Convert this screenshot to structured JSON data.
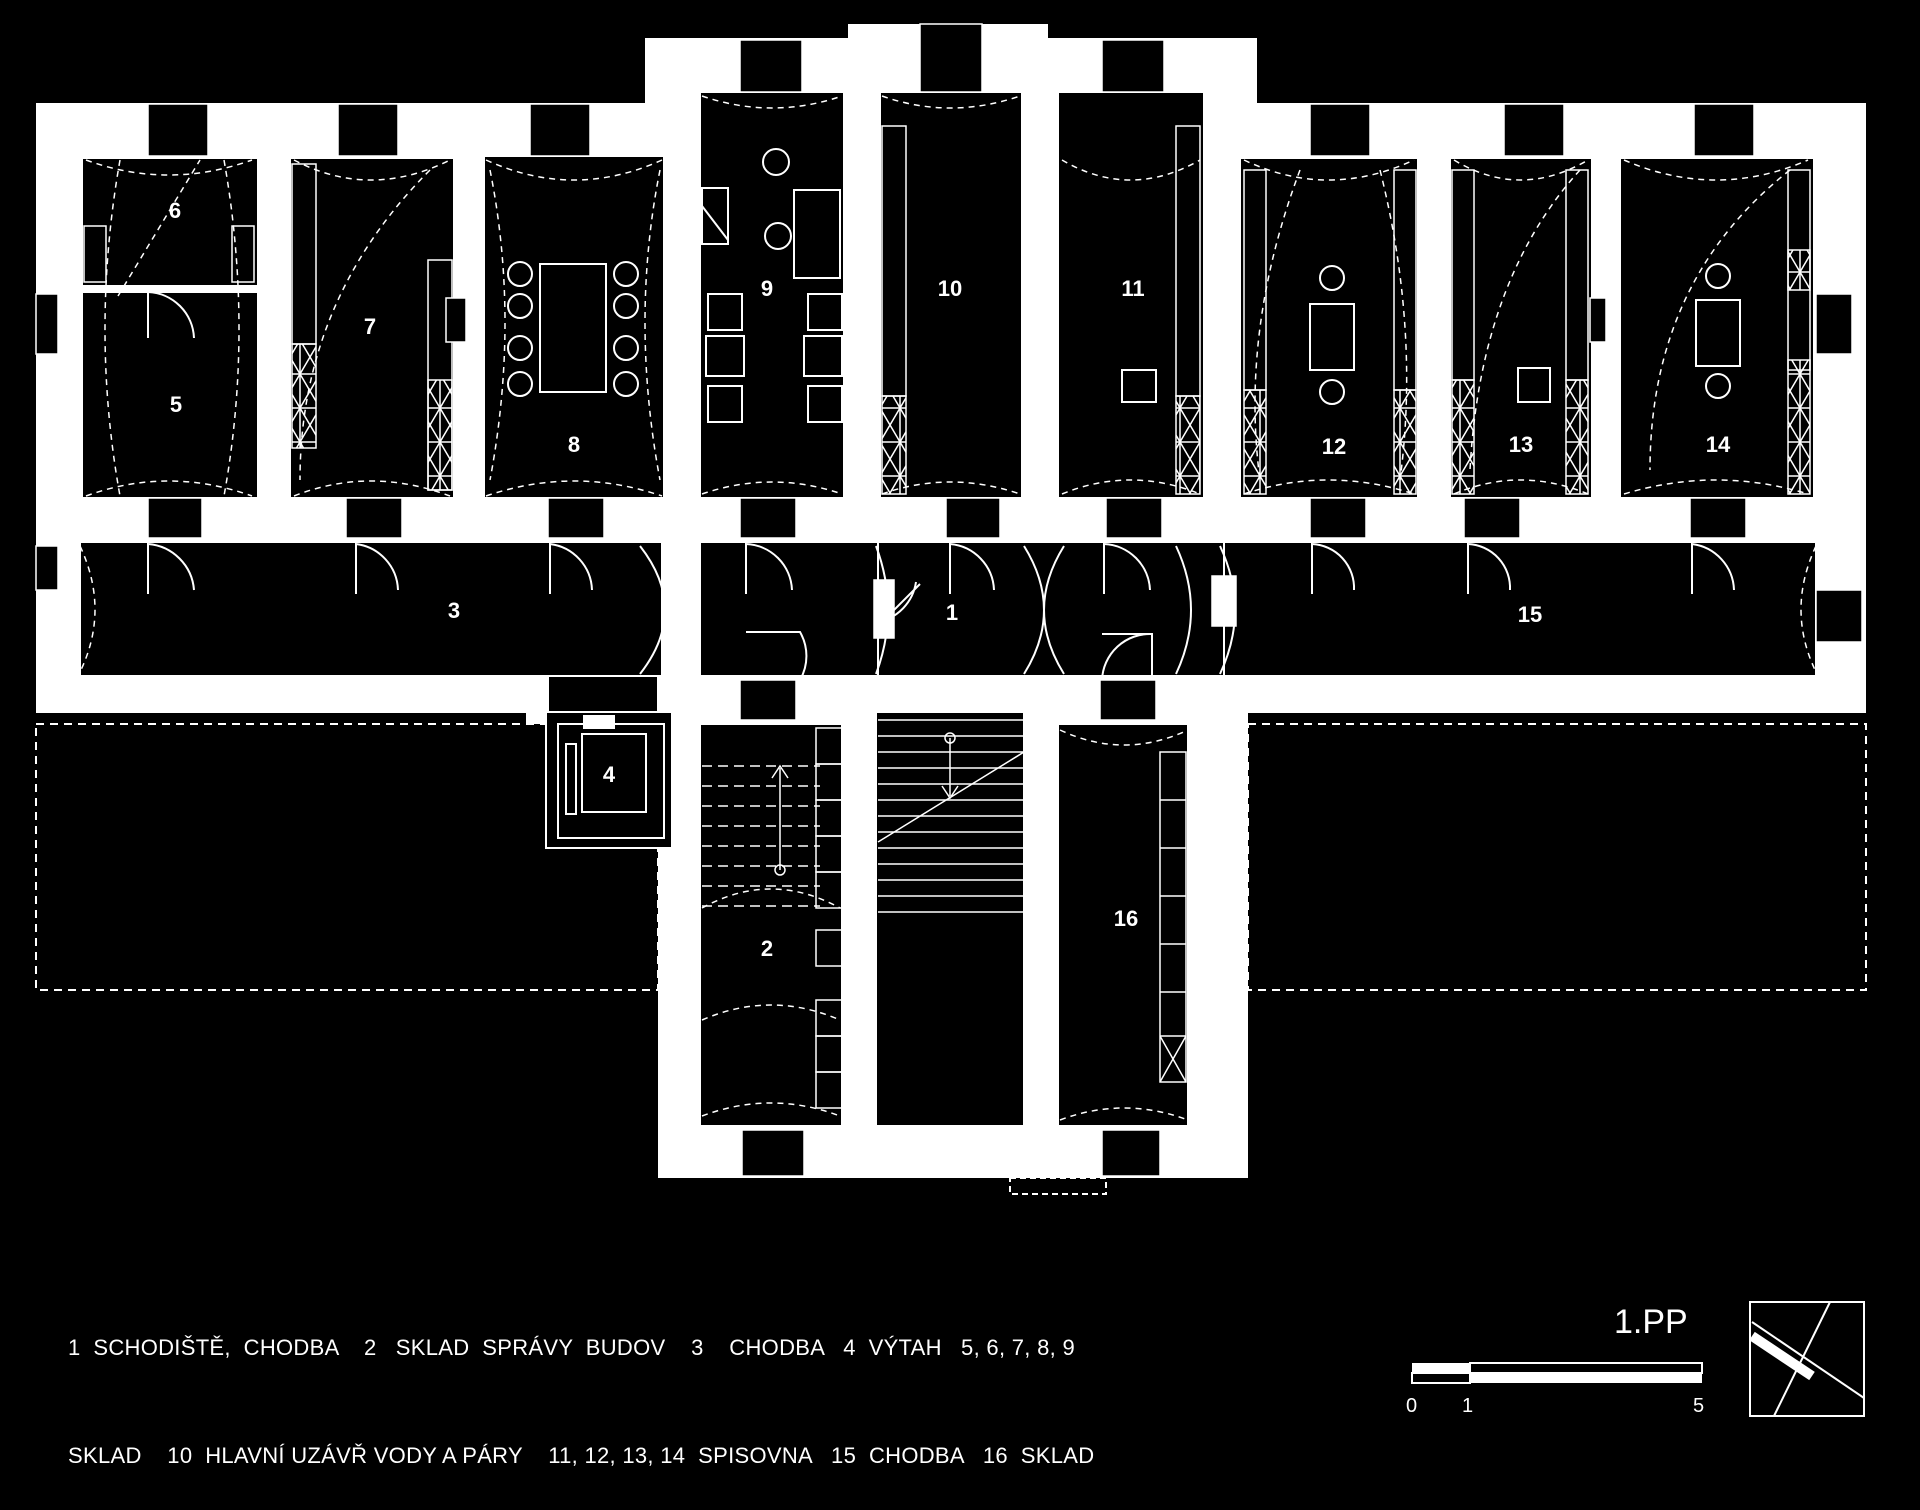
{
  "rooms": [
    {
      "id": "1",
      "label": "1"
    },
    {
      "id": "2",
      "label": "2"
    },
    {
      "id": "3",
      "label": "3"
    },
    {
      "id": "4",
      "label": "4"
    },
    {
      "id": "5",
      "label": "5"
    },
    {
      "id": "6",
      "label": "6"
    },
    {
      "id": "7",
      "label": "7"
    },
    {
      "id": "8",
      "label": "8"
    },
    {
      "id": "9",
      "label": "9"
    },
    {
      "id": "10",
      "label": "10"
    },
    {
      "id": "11",
      "label": "11"
    },
    {
      "id": "12",
      "label": "12"
    },
    {
      "id": "13",
      "label": "13"
    },
    {
      "id": "14",
      "label": "14"
    },
    {
      "id": "15",
      "label": "15"
    },
    {
      "id": "16",
      "label": "16"
    }
  ],
  "legend": {
    "line1": "1  SCHODIŠTĚ,  CHODBA    2   SKLAD  SPRÁVY  BUDOV    3    CHODBA   4  VÝTAH   5, 6, 7, 8, 9",
    "line2": "SKLAD    10  HLAVNÍ UZÁVŘ VODY A PÁRY    11, 12, 13, 14  SPISOVNA   15  CHODBA   16  SKLAD"
  },
  "floor_label": "1.PP",
  "scale": {
    "tick_0": "0",
    "tick_1": "1",
    "tick_5": "5"
  },
  "colors": {
    "background": "#000000",
    "walls": "#ffffff",
    "lines": "#ffffff"
  }
}
